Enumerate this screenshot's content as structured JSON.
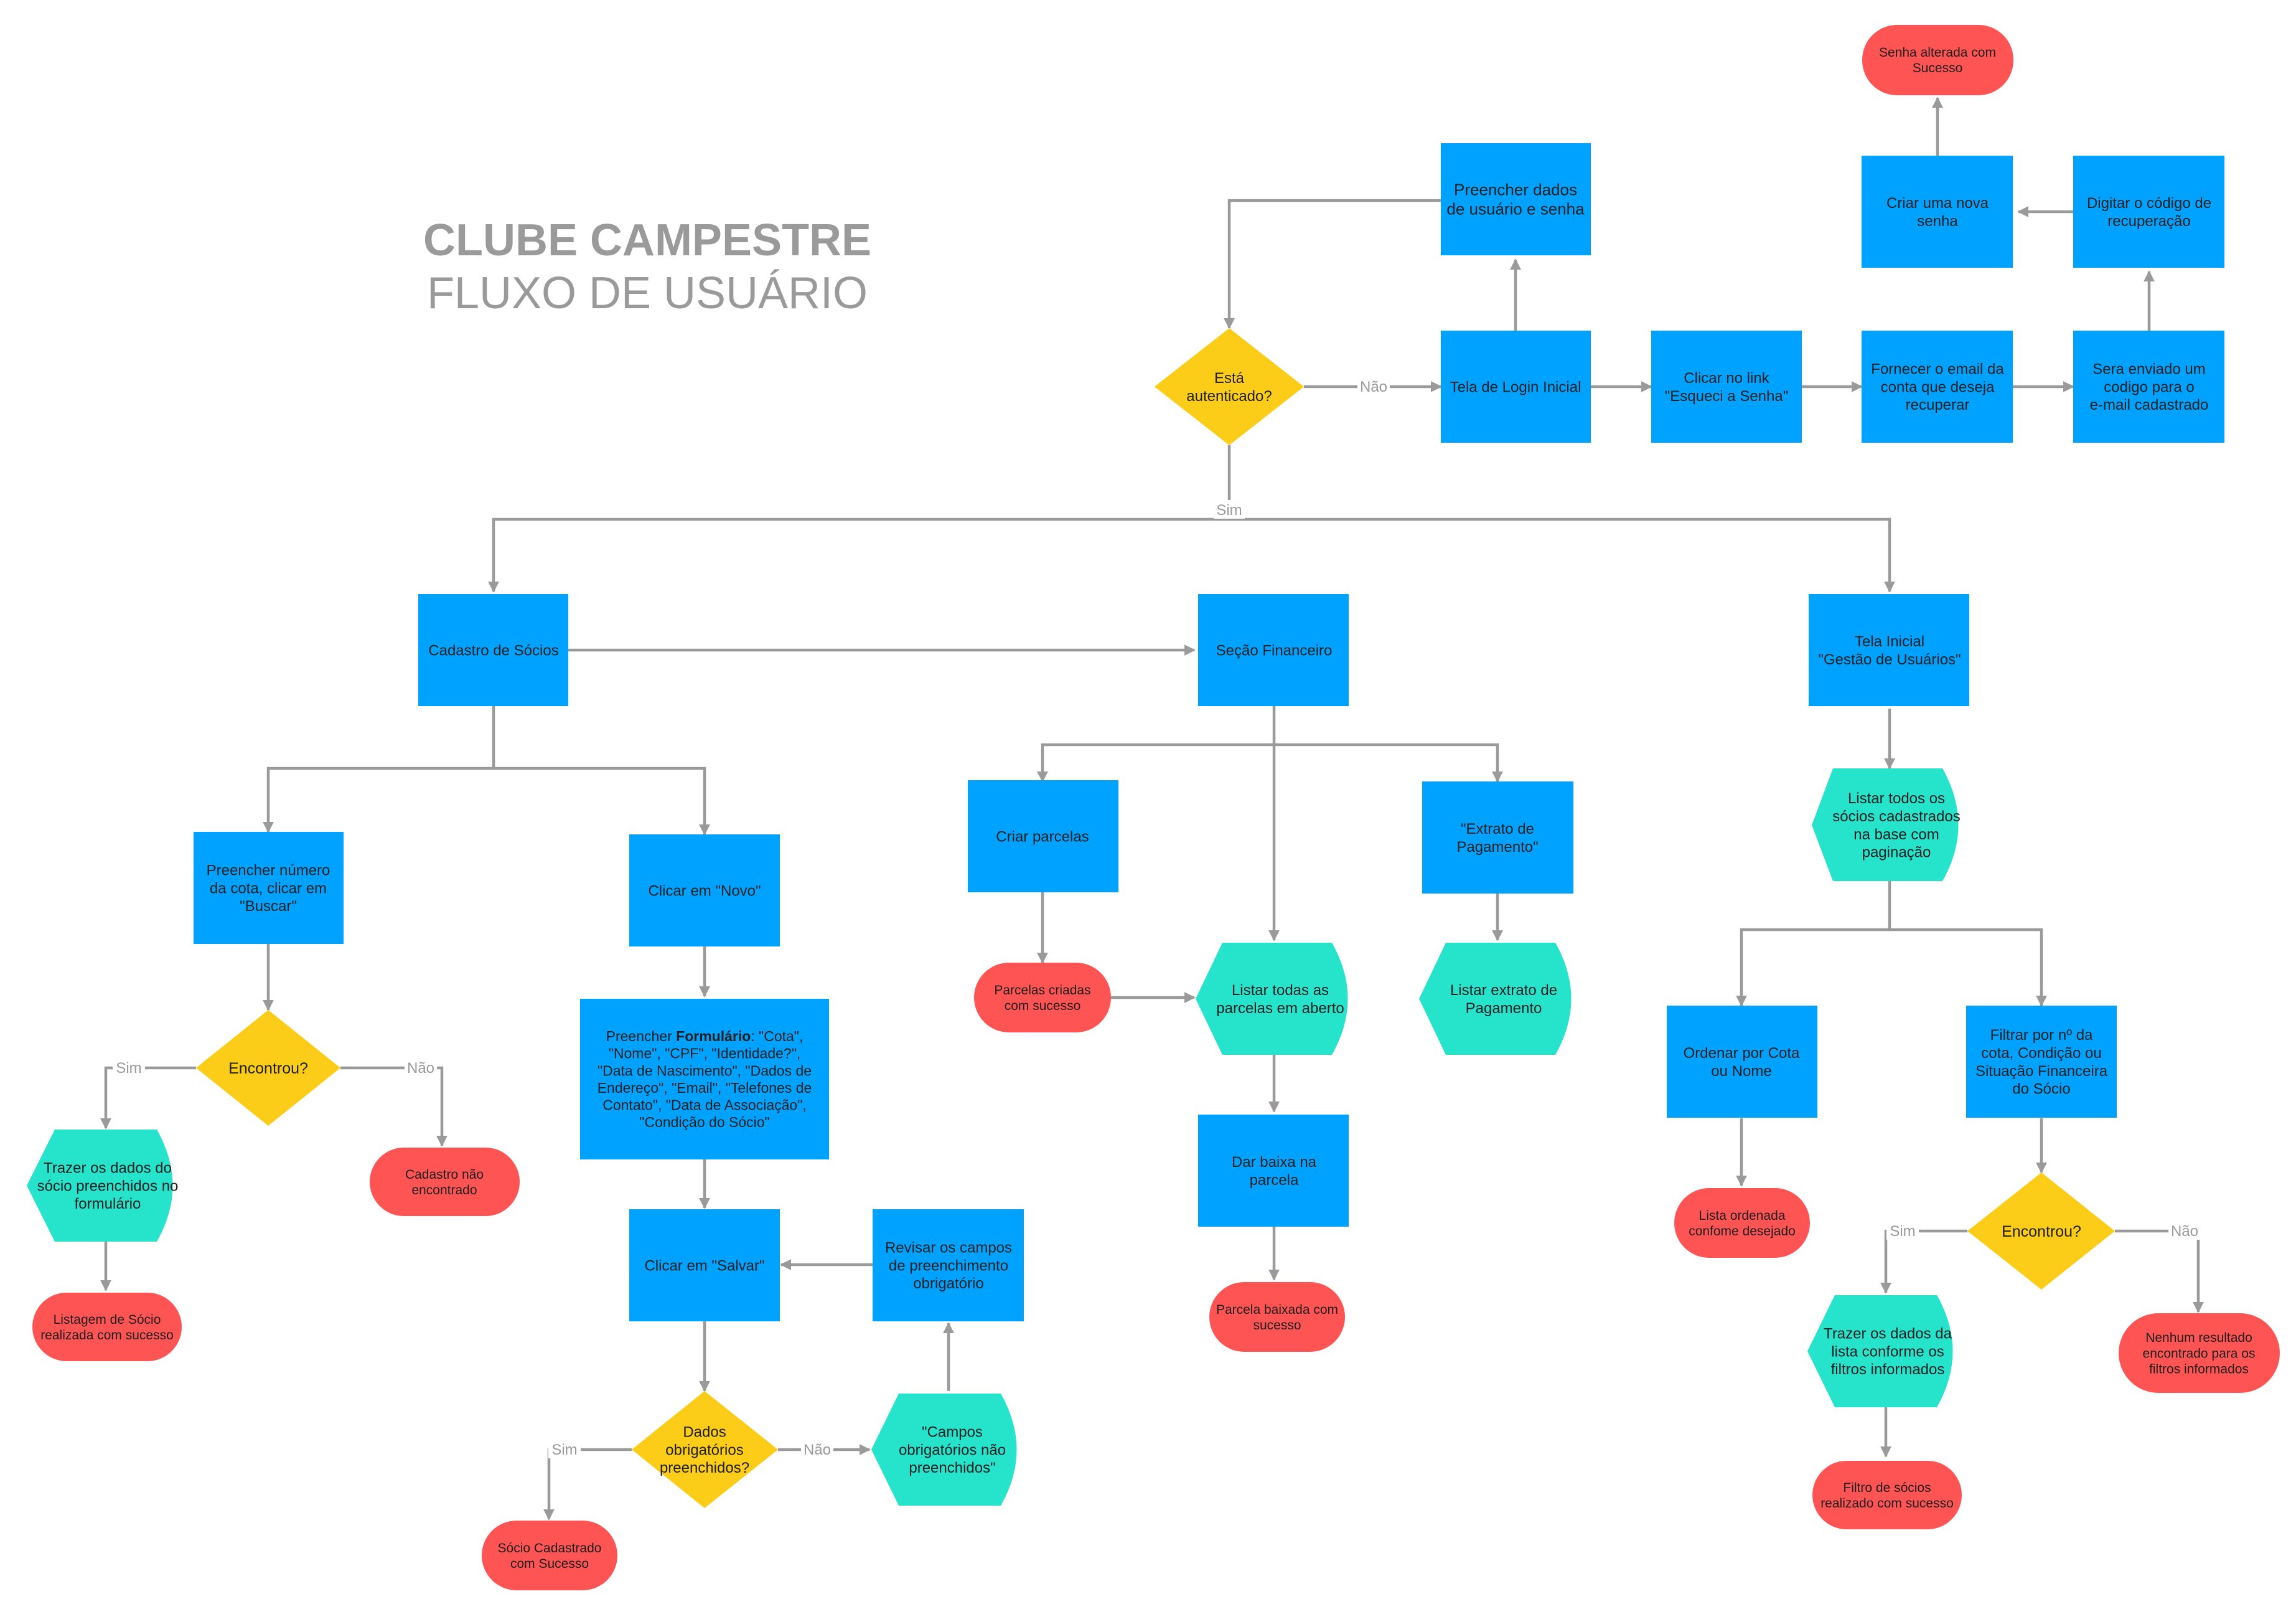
{
  "colors": {
    "process": "#00a2ff",
    "decision": "#fccd18",
    "display": "#26e3cc",
    "terminal": "#ff5454",
    "edge": "#9a9a9a",
    "title": "#9a9a9a"
  },
  "title": {
    "main": "CLUBE CAMPESTRE",
    "sub": "FLUXO DE USUÁRIO"
  },
  "nodes": {
    "preencher_dados": {
      "lines": [
        "Preencher dados",
        "de usuário e senha"
      ]
    },
    "senha_alterada": {
      "lines": [
        "Senha alterada com",
        "Sucesso"
      ]
    },
    "criar_nova_senha": {
      "lines": [
        "Criar uma nova",
        "senha"
      ]
    },
    "digitar_codigo": {
      "lines": [
        "Digitar o código de",
        "recuperação"
      ]
    },
    "esta_autenticado": {
      "lines": [
        "Está",
        "autenticado?"
      ]
    },
    "tela_login": {
      "lines": [
        "Tela de Login Inicial"
      ]
    },
    "clicar_link": {
      "lines": [
        "Clicar no link",
        "\"Esqueci a Senha\""
      ]
    },
    "fornecer_email": {
      "lines": [
        "Fornecer o email da",
        "conta que deseja",
        "recuperar"
      ]
    },
    "sera_enviado": {
      "lines": [
        "Sera enviado um",
        "codigo para o",
        "e-mail cadastrado"
      ]
    },
    "cadastro_socios": {
      "lines": [
        "Cadastro de Sócios"
      ]
    },
    "secao_financeiro": {
      "lines": [
        "Seção Financeiro"
      ]
    },
    "tela_inicial": {
      "lines": [
        "Tela Inicial",
        "\"Gestão de Usuários\""
      ]
    },
    "preencher_cota": {
      "lines": [
        "Preencher número",
        "da cota, clicar em",
        "\"Buscar\""
      ]
    },
    "clicar_novo": {
      "lines": [
        "Clicar em \"Novo\""
      ]
    },
    "criar_parcelas": {
      "lines": [
        "Criar parcelas"
      ]
    },
    "extrato_pagamento": {
      "lines": [
        "\"Extrato de",
        "Pagamento\""
      ]
    },
    "listar_socios": {
      "lines": [
        "Listar todos os",
        "sócios cadastrados",
        "na base com",
        "paginação"
      ]
    },
    "parcelas_criadas": {
      "lines": [
        "Parcelas criadas",
        "com sucesso"
      ]
    },
    "listar_parcelas": {
      "lines": [
        "Listar todas as",
        "parcelas em aberto"
      ]
    },
    "listar_extrato": {
      "lines": [
        "Listar extrato de",
        "Pagamento"
      ]
    },
    "encontrou_1": {
      "lines": [
        "Encontrou?"
      ]
    },
    "preencher_formulario": {
      "line1_prefix": "Preencher ",
      "line1_bold": "Formulário",
      "line1_suffix": ": \"Cota\",",
      "lines": [
        "\"Nome\", \"CPF\", \"Identidade?\",",
        "\"Data de Nascimento\", \"Dados de",
        "Endereço\", \"Email\", \"Telefones de",
        "Contato\", \"Data de Associação\",",
        "\"Condição do Sócio\""
      ]
    },
    "ordenar": {
      "lines": [
        "Ordenar por Cota",
        "ou Nome"
      ]
    },
    "filtrar": {
      "lines": [
        "Filtrar por nº da",
        "cota, Condição ou",
        "Situação Financeira",
        "do Sócio"
      ]
    },
    "trazer_socio": {
      "lines": [
        "Trazer os dados do",
        "sócio preenchidos no",
        "formulário"
      ]
    },
    "cadastro_nao": {
      "lines": [
        "Cadastro não",
        "encontrado"
      ]
    },
    "dar_baixa": {
      "lines": [
        "Dar baixa na",
        "parcela"
      ]
    },
    "lista_ordenada": {
      "lines": [
        "Lista ordenada",
        "confome desejado"
      ]
    },
    "clicar_salvar": {
      "lines": [
        "Clicar em \"Salvar\""
      ]
    },
    "revisar_campos": {
      "lines": [
        "Revisar os campos",
        "de preenchimento",
        "obrigatório"
      ]
    },
    "encontrou_2": {
      "lines": [
        "Encontrou?"
      ]
    },
    "listagem_socio": {
      "lines": [
        "Listagem de Sócio",
        "realizada com sucesso"
      ]
    },
    "parcela_baixada": {
      "lines": [
        "Parcela baixada com",
        "sucesso"
      ]
    },
    "trazer_lista": {
      "lines": [
        "Trazer os dados da",
        "lista conforme os",
        "filtros informados"
      ]
    },
    "nenhum_resultado": {
      "lines": [
        "Nenhum resultado",
        "encontrado para os",
        "filtros informados"
      ]
    },
    "dados_obrigatorios": {
      "lines": [
        "Dados",
        "obrigatórios",
        "preenchidos?"
      ]
    },
    "campos_obrigatorios": {
      "lines": [
        "\"Campos",
        "obrigatórios não",
        "preenchidos\""
      ]
    },
    "socio_cadastrado": {
      "lines": [
        "Sócio Cadastrado",
        "com Sucesso"
      ]
    },
    "filtro_socios": {
      "lines": [
        "Filtro de sócios",
        "realizado com sucesso"
      ]
    }
  },
  "edge_labels": {
    "nao_login": "Não",
    "sim_main": "Sim",
    "sim_enc1": "Sim",
    "nao_enc1": "Não",
    "sim_dados": "Sim",
    "nao_dados": "Não",
    "sim_enc2": "Sim",
    "nao_enc2": "Não"
  }
}
